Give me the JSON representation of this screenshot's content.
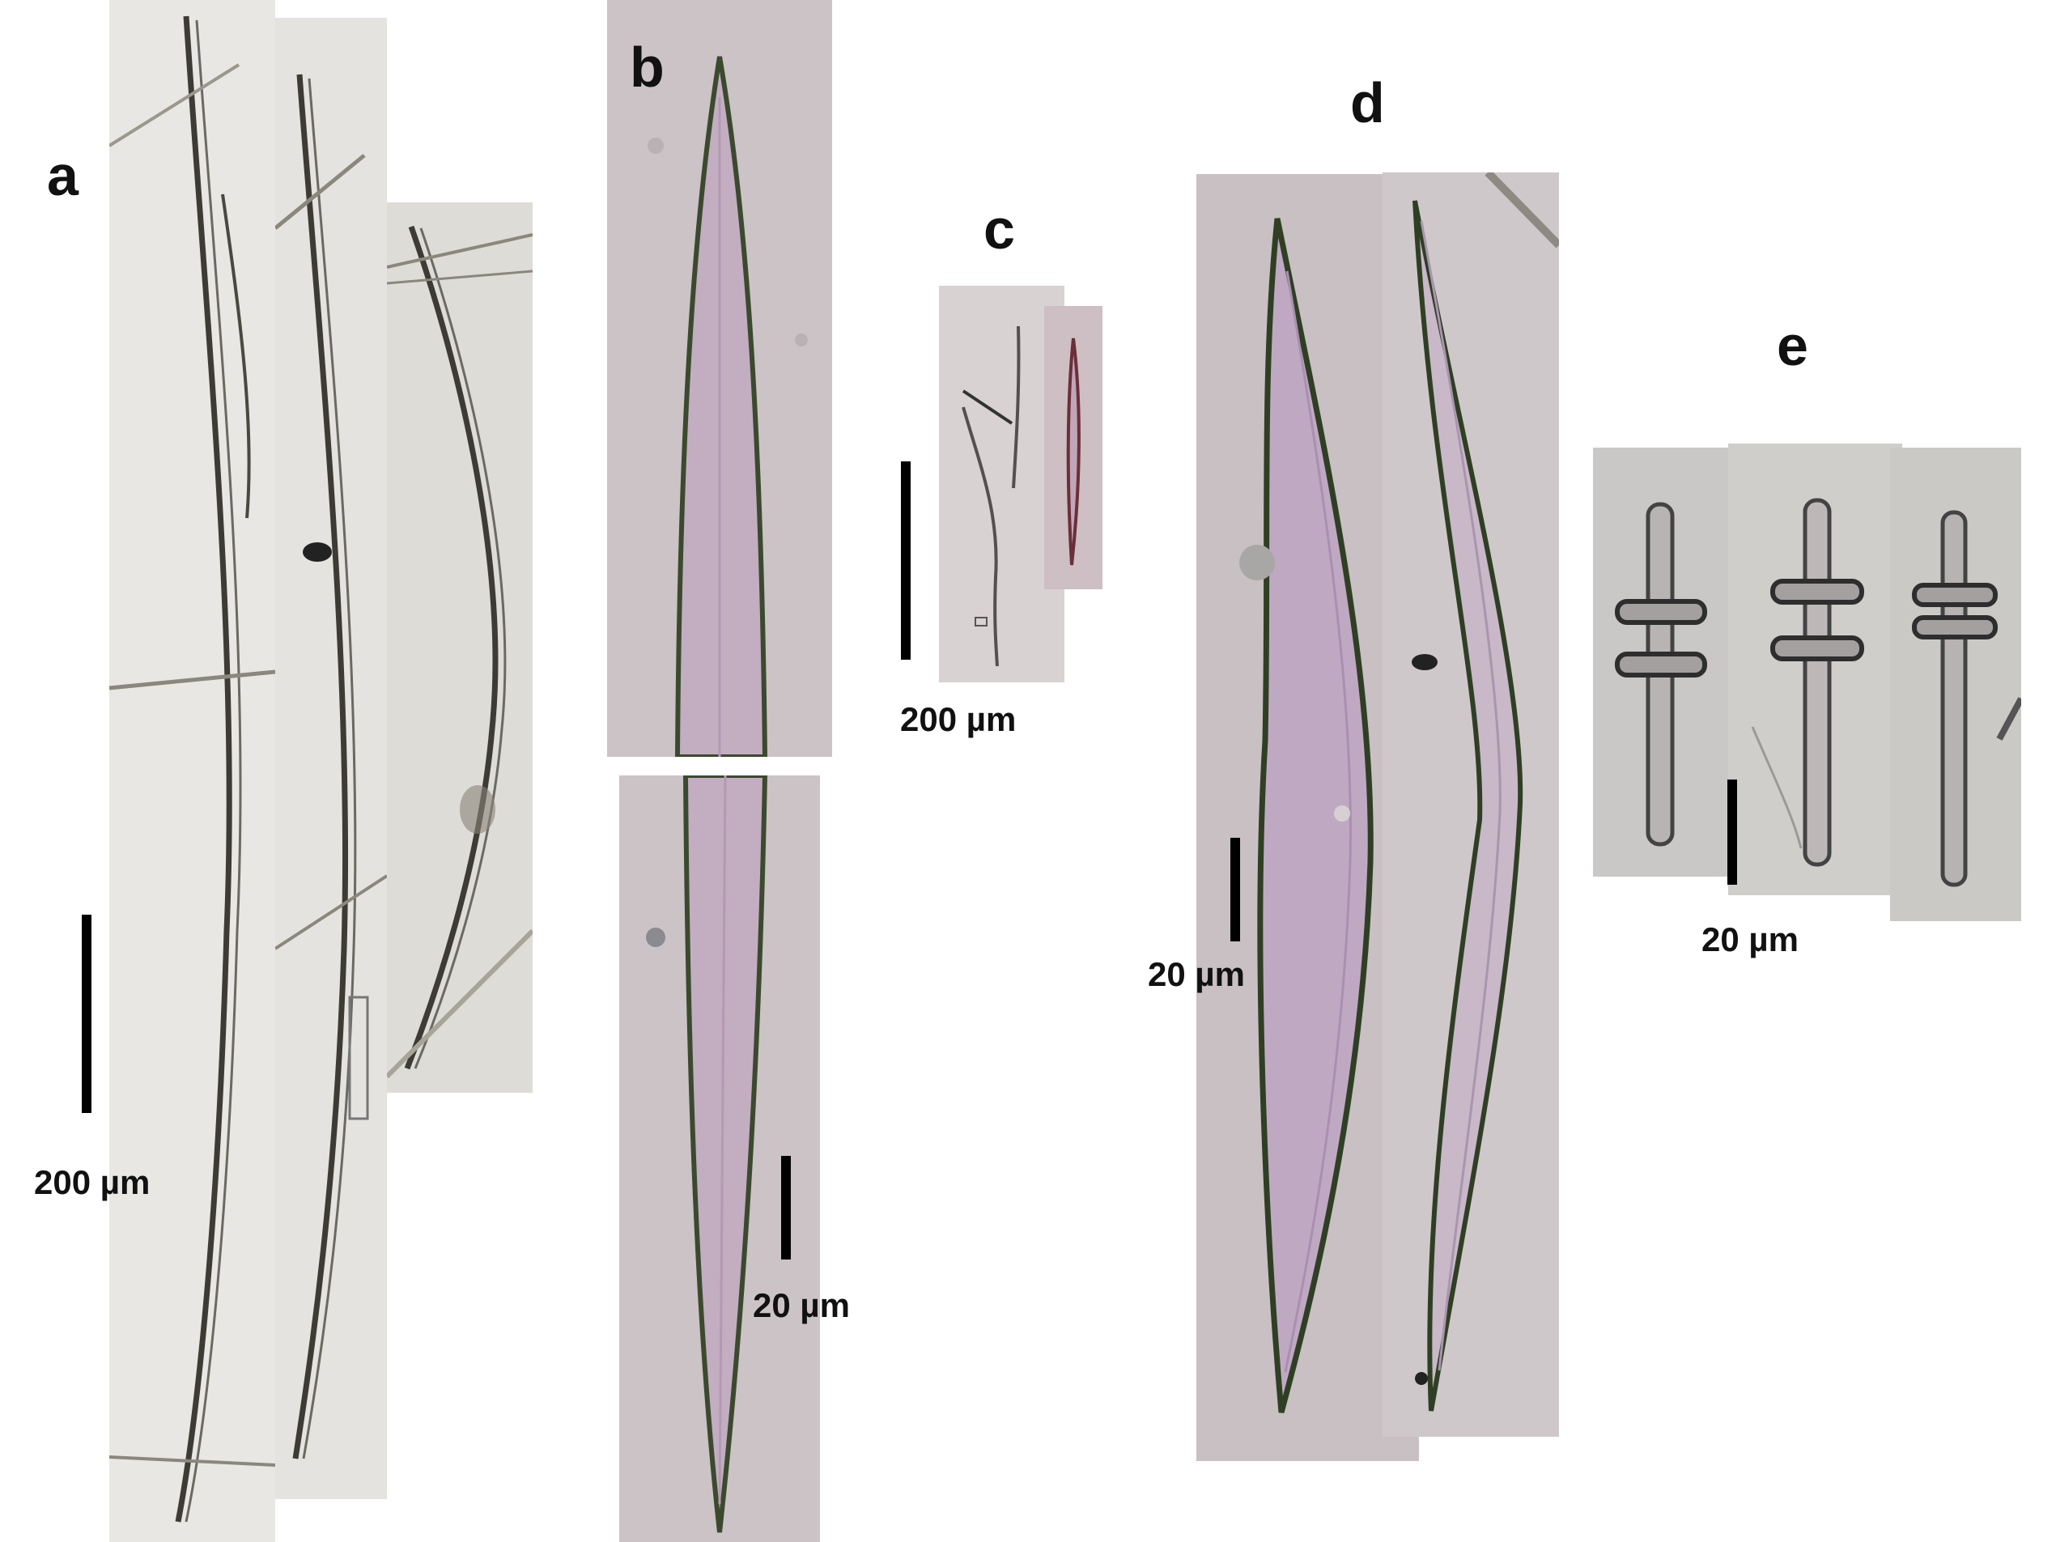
{
  "panels": [
    {
      "id": "a",
      "label": "a",
      "scale": "200 µm"
    },
    {
      "id": "b",
      "label": "b",
      "scale": "20 µm"
    },
    {
      "id": "c",
      "label": "c",
      "scale": "200 µm"
    },
    {
      "id": "d",
      "label": "d",
      "scale": "20 µm"
    },
    {
      "id": "e",
      "label": "e",
      "scale": "20 µm"
    }
  ],
  "colors": {
    "bright_field_a": "#e6e5e1",
    "bright_field_purple": "#c8bdc2",
    "spicule_outline": "#3a3f2f",
    "label_text": "#111111"
  }
}
